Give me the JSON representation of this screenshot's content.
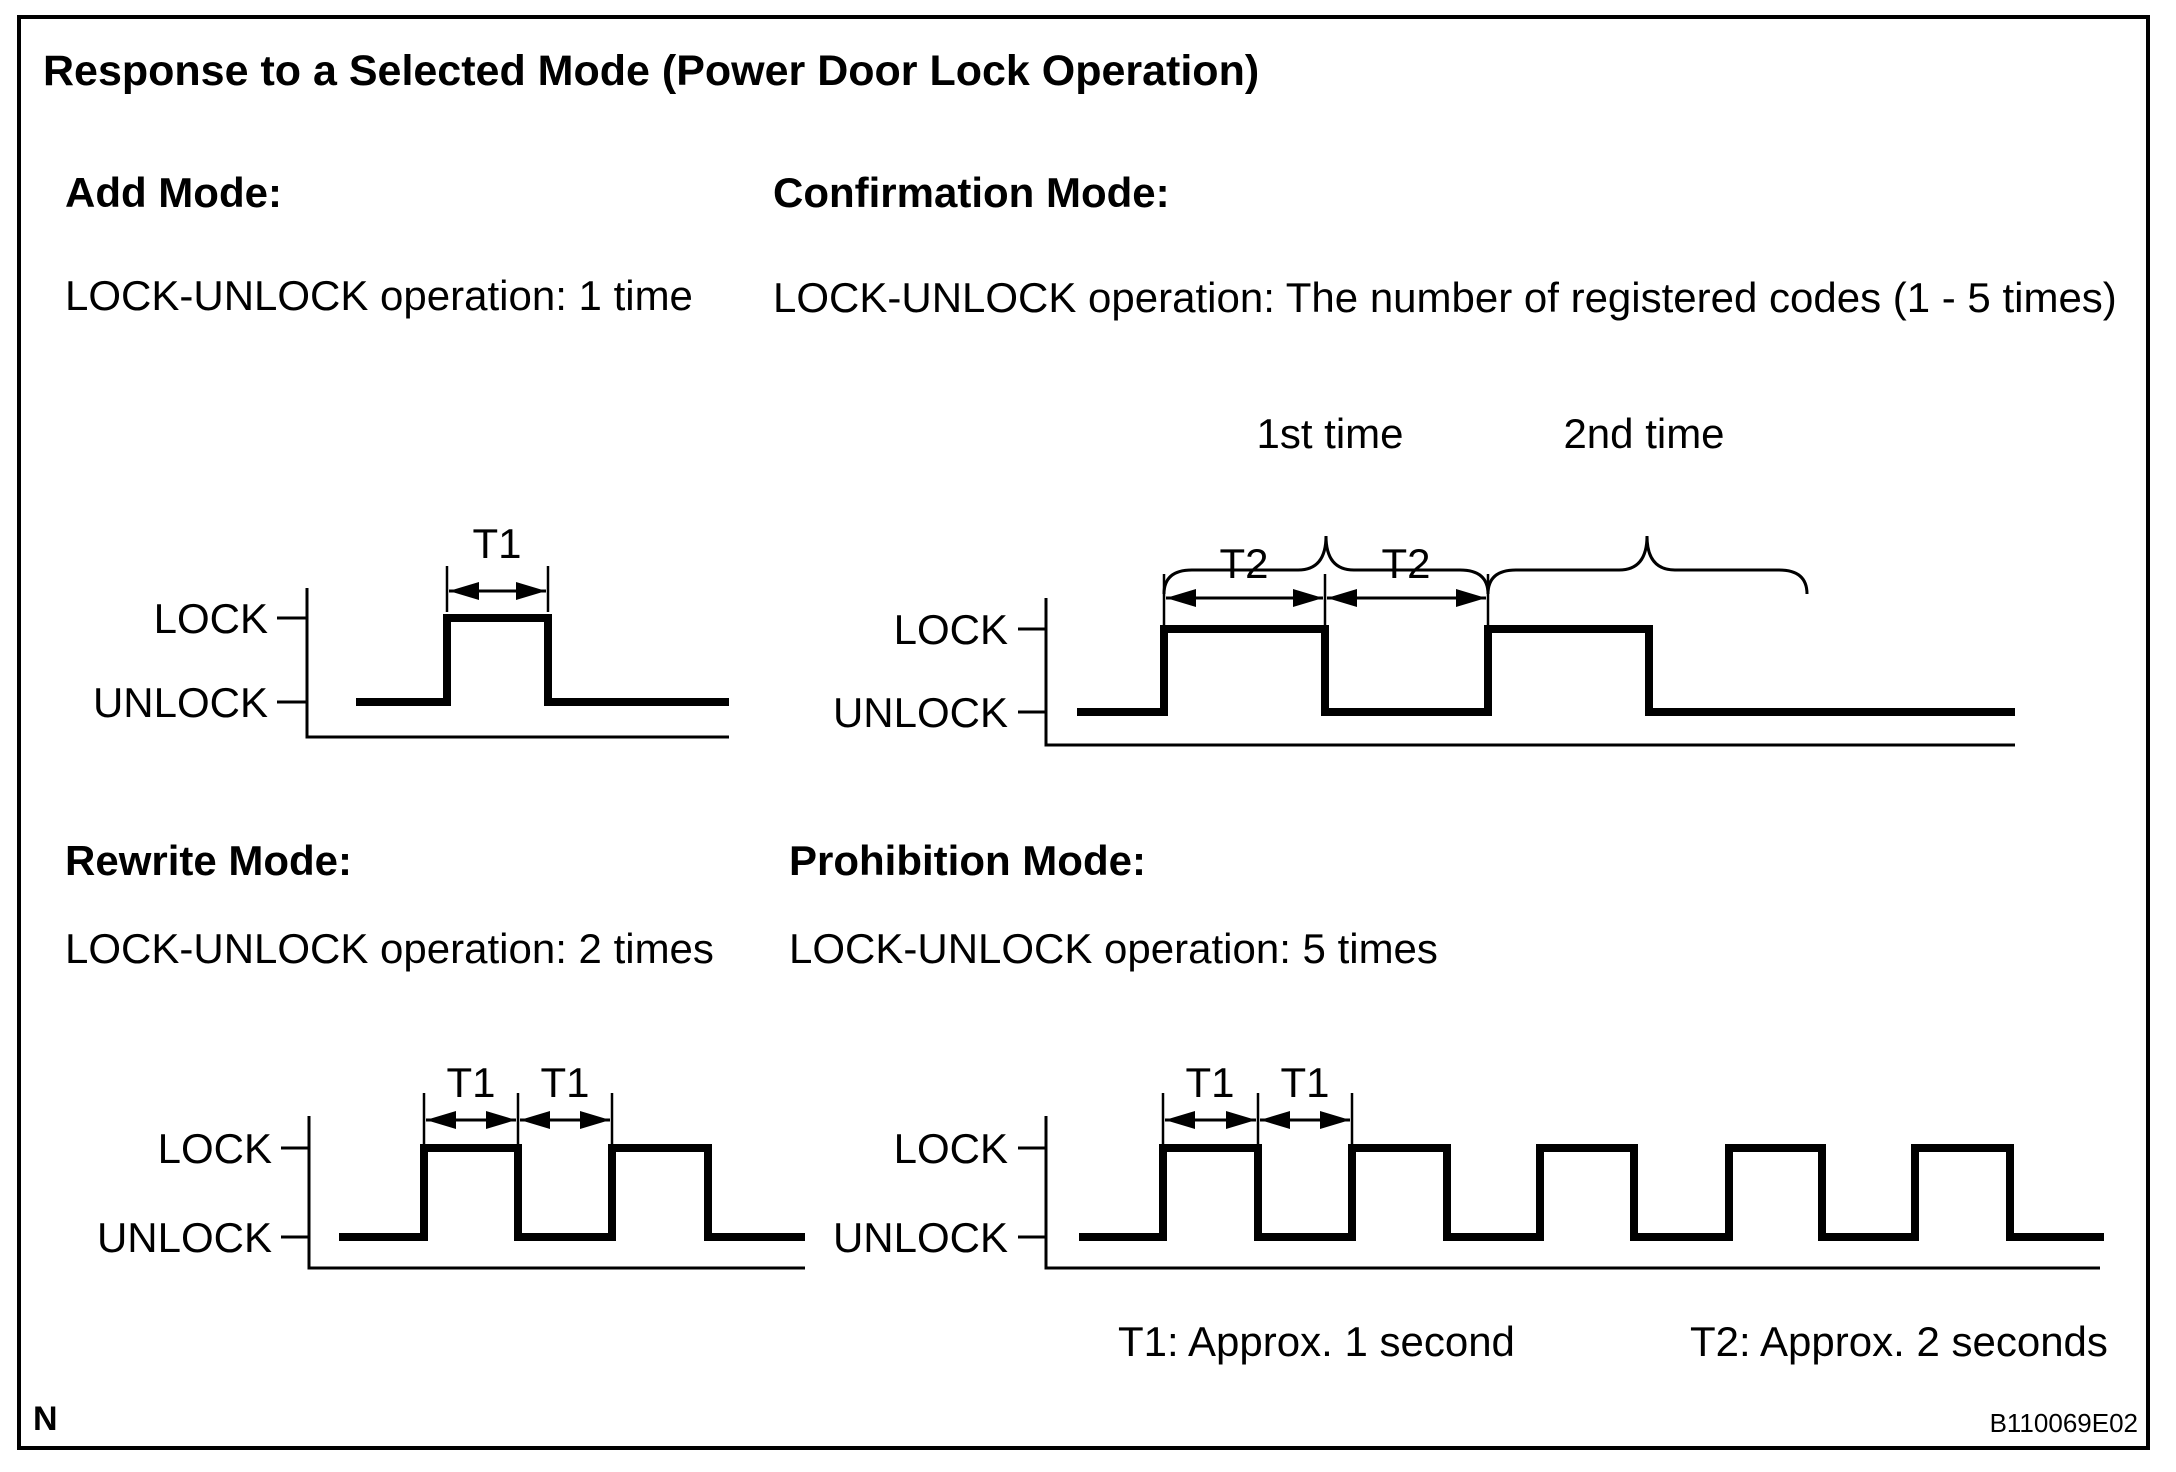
{
  "figure": {
    "title": "Response to a Selected Mode (Power Door Lock Operation)",
    "figure_code": "B110069E02",
    "corner_marker": "N"
  },
  "axis_labels": {
    "high": "LOCK",
    "low": "UNLOCK"
  },
  "modes": {
    "add": {
      "heading": "Add Mode:",
      "operation": "LOCK-UNLOCK operation: 1 time",
      "timing_labels": [
        "T1"
      ],
      "pulse_count": 1
    },
    "confirmation": {
      "heading": "Confirmation Mode:",
      "operation": "LOCK-UNLOCK operation: The number of registered codes (1 - 5 times)",
      "cycle_labels": [
        "1st time",
        "2nd time"
      ],
      "timing_labels": [
        "T2",
        "T2"
      ],
      "pulse_count": 2
    },
    "rewrite": {
      "heading": "Rewrite Mode:",
      "operation": "LOCK-UNLOCK operation: 2 times",
      "timing_labels": [
        "T1",
        "T1"
      ],
      "pulse_count": 2
    },
    "prohibition": {
      "heading": "Prohibition Mode:",
      "operation": "LOCK-UNLOCK operation: 5 times",
      "timing_labels": [
        "T1",
        "T1"
      ],
      "pulse_count": 5
    }
  },
  "notes": {
    "t1": "T1: Approx. 1 second",
    "t2": "T2: Approx. 2 seconds"
  },
  "timing": {
    "t1_seconds_approx": 1,
    "t2_seconds_approx": 2
  },
  "colors": {
    "ink": "#000000",
    "background": "#ffffff"
  }
}
